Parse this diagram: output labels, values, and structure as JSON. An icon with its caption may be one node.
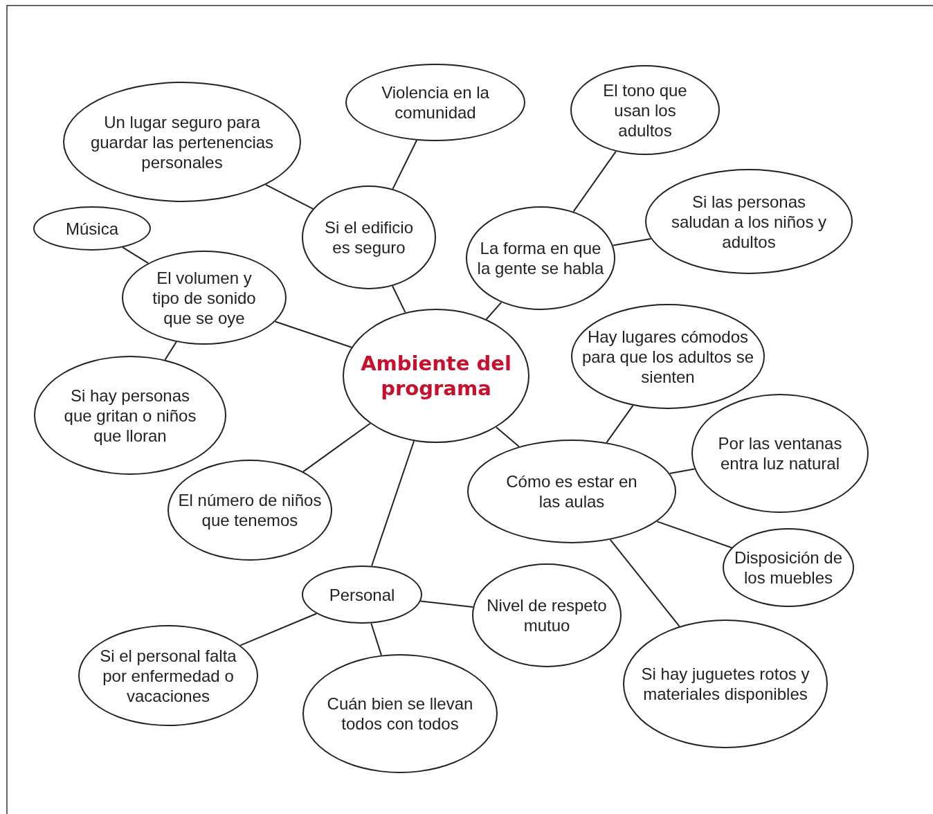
{
  "diagram": {
    "nodes": [
      {
        "text": [
          "Ambiente del programa"
        ]
      },
      {
        "text": [
          "Un lugar seguro para guardar las pertenencias personales"
        ]
      },
      {
        "text": [
          "Violencia en la comunidad"
        ]
      },
      {
        "text": [
          "El tono que usan los adultos"
        ]
      },
      {
        "text": [
          "Si el edificio es seguro"
        ]
      },
      {
        "text": [
          "Música"
        ]
      },
      {
        "text": [
          "La forma en que la gente se habla"
        ]
      },
      {
        "text": [
          "Si las personas saludan a los niños y adultos"
        ]
      },
      {
        "text": [
          "El volumen y tipo de sonido que se oye"
        ]
      },
      {
        "text": [
          "Hay lugares cómodos para que los adultos se sienten"
        ]
      },
      {
        "text": [
          "Si hay personas que gritan o niños que lloran"
        ]
      },
      {
        "text": [
          "Por las ventanas entra luz natural"
        ]
      },
      {
        "text": [
          "Cómo es estar en las aulas"
        ]
      },
      {
        "text": [
          "El número de niños que tenemos"
        ]
      },
      {
        "text": [
          "Disposición de los muebles"
        ]
      },
      {
        "text": [
          "Personal"
        ]
      },
      {
        "text": [
          "Nivel de respeto mutuo"
        ]
      },
      {
        "text": [
          "Si hay juguetes rotos y materiales disponibles"
        ]
      },
      {
        "text": [
          "Si el personal falta por enfermedad o vacaciones"
        ]
      },
      {
        "text": [
          "Cuán bien se llevan todos con todos"
        ]
      }
    ],
    "edges": [
      {
        "from": 0,
        "to": 4,
        "arrow": "none"
      },
      {
        "from": 4,
        "to": 1,
        "arrow": "none"
      },
      {
        "from": 4,
        "to": 2,
        "arrow": "none"
      },
      {
        "from": 0,
        "to": 6,
        "arrow": "none"
      },
      {
        "from": 6,
        "to": 3,
        "arrow": "none"
      },
      {
        "from": 6,
        "to": 7,
        "arrow": "none"
      },
      {
        "from": 0,
        "to": 8,
        "arrow": "none"
      },
      {
        "from": 8,
        "to": 5,
        "arrow": "none"
      },
      {
        "from": 8,
        "to": 10,
        "arrow": "none"
      },
      {
        "from": 0,
        "to": 13,
        "arrow": "none"
      },
      {
        "from": 0,
        "to": 15,
        "arrow": "none"
      },
      {
        "from": 0,
        "to": 12,
        "arrow": "none"
      },
      {
        "from": 12,
        "to": 9,
        "arrow": "none"
      },
      {
        "from": 12,
        "to": 11,
        "arrow": "none"
      },
      {
        "from": 12,
        "to": 14,
        "arrow": "none"
      },
      {
        "from": 12,
        "to": 17,
        "arrow": "none"
      },
      {
        "from": 15,
        "to": 16,
        "arrow": "none"
      },
      {
        "from": 15,
        "to": 18,
        "arrow": "none"
      },
      {
        "from": 15,
        "to": 19,
        "arrow": "none"
      }
    ]
  }
}
